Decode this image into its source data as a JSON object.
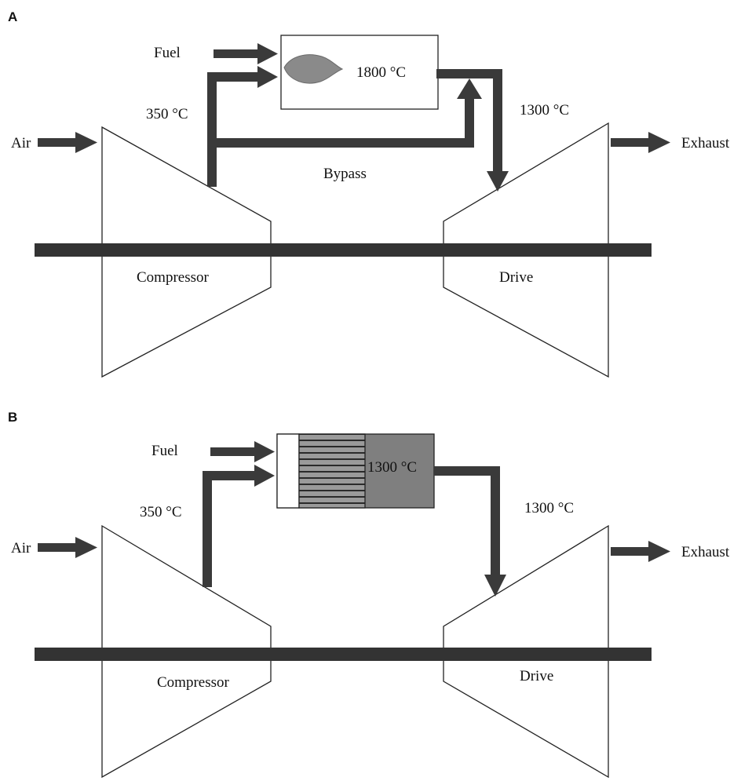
{
  "panels": [
    {
      "letter": "A",
      "fuel": "Fuel",
      "air": "Air",
      "exhaust": "Exhaust",
      "compressor_temp": "350 °C",
      "combustor_temp": "1800 °C",
      "turbine_inlet_temp": "1300 °C",
      "bypass": "Bypass",
      "compressor": "Compressor",
      "drive": "Drive"
    },
    {
      "letter": "B",
      "fuel": "Fuel",
      "air": "Air",
      "exhaust": "Exhaust",
      "compressor_temp": "350 °C",
      "combustor_temp": "1300 °C",
      "turbine_inlet_temp": "1300 °C",
      "compressor": "Compressor",
      "drive": "Drive"
    }
  ],
  "colors": {
    "arrow": "#3a3a3a",
    "shaft": "#333333",
    "flame": "#8a8a8a",
    "catalyst": "#7f7f7f"
  }
}
